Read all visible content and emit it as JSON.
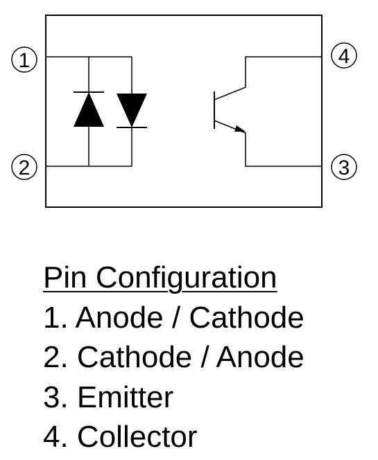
{
  "pins": [
    {
      "number": "1"
    },
    {
      "number": "2"
    },
    {
      "number": "3"
    },
    {
      "number": "4"
    }
  ],
  "legend": {
    "heading": "Pin Configuration",
    "items": [
      {
        "text": "1. Anode / Cathode"
      },
      {
        "text": "2. Cathode / Anode"
      },
      {
        "text": "3. Emitter"
      },
      {
        "text": "4. Collector"
      }
    ]
  }
}
